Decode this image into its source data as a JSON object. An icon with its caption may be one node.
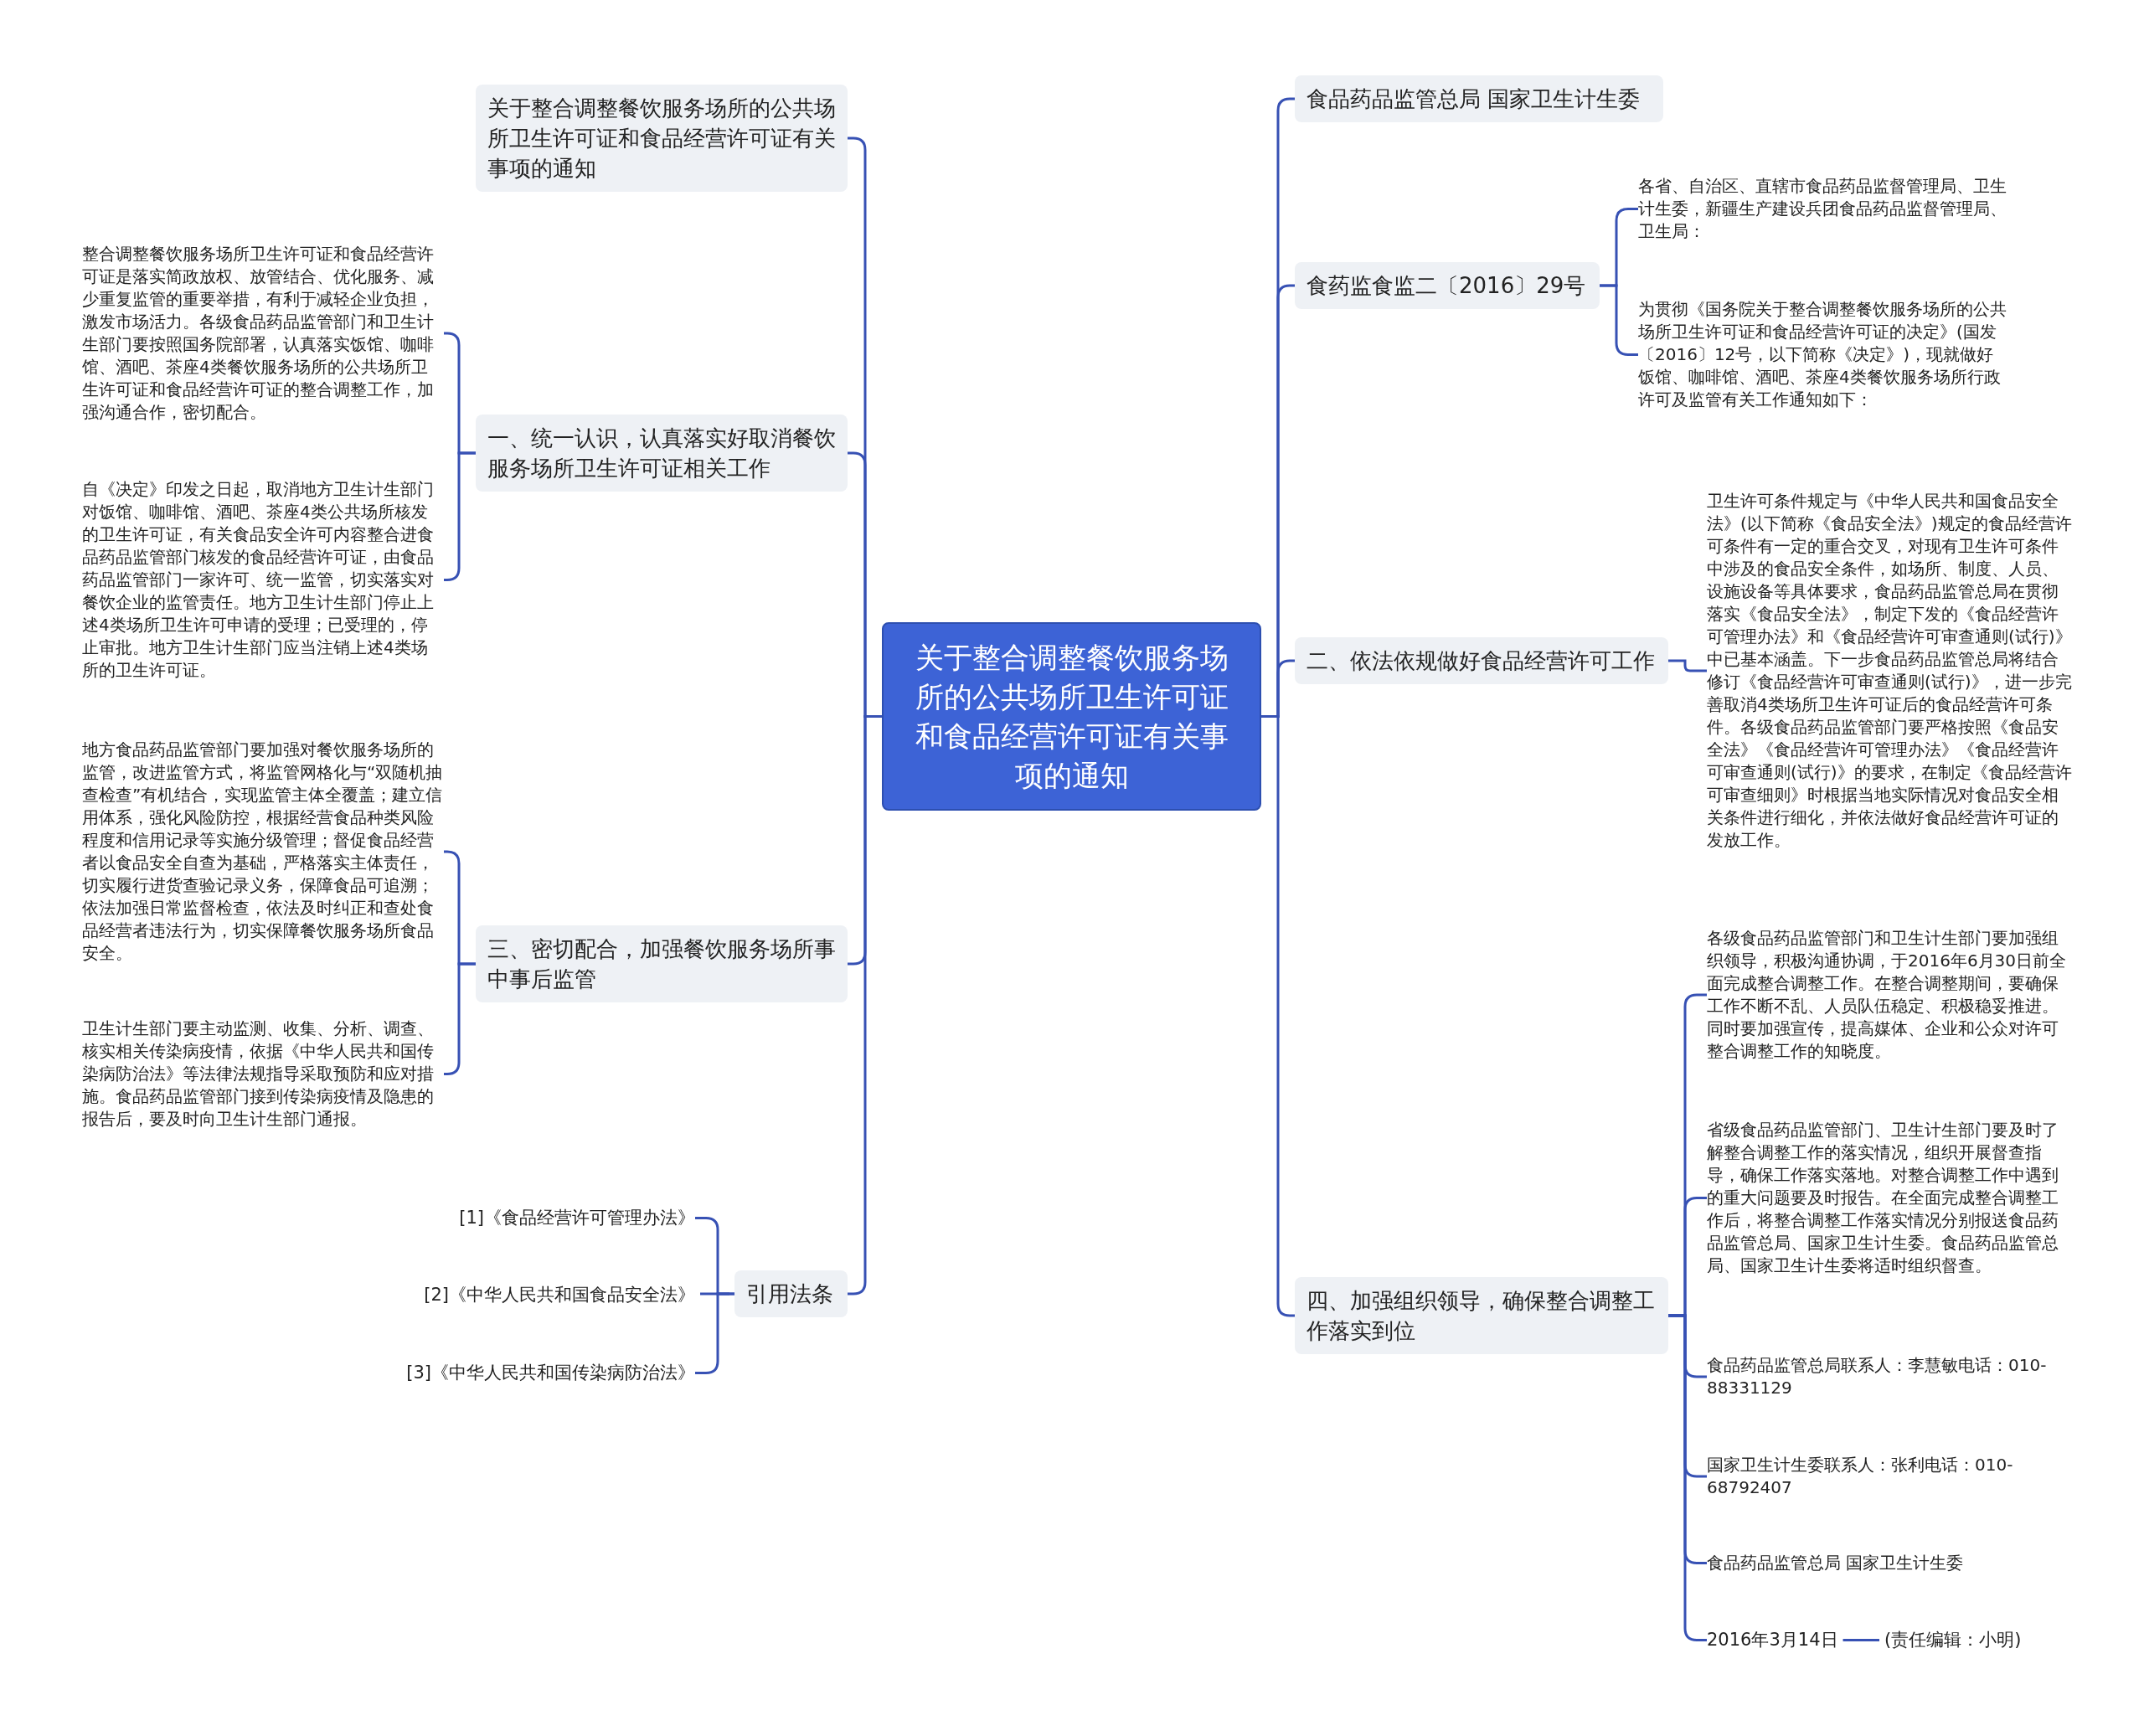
{
  "diagram": {
    "nodes": [
      {
        "text": [
          "关于整合调整餐饮服务场所的公共场所卫生许可证和食品经营许可证有关事项的通知"
        ]
      },
      {
        "text": [
          "关于整合调整餐饮服务场所的公共场所卫生许可证和食品经营许可证有关事项的通知"
        ]
      },
      {
        "text": [
          "一、统一认识，认真落实好取消餐饮服务场所卫生许可证相关工作"
        ]
      },
      {
        "text": [
          "整合调整餐饮服务场所卫生许可证和食品经营许可证是落实简政放权、放管结合、优化服务、减少重复监管的重要举措，有利于减轻企业负担，激发市场活力。各级食品药品监管部门和卫生计生部门要按照国务院部署，认真落实饭馆、咖啡馆、酒吧、茶座4类餐饮服务场所的公共场所卫生许可证和食品经营许可证的整合调整工作，加强沟通合作，密切配合。"
        ]
      },
      {
        "text": [
          "自《决定》印发之日起，取消地方卫生计生部门对饭馆、咖啡馆、酒吧、茶座4类公共场所核发的卫生许可证，有关食品安全许可内容整合进食品药品监管部门核发的食品经营许可证，由食品药品监管部门一家许可、统一监管，切实落实对餐饮企业的监管责任。地方卫生计生部门停止上述4类场所卫生许可申请的受理；已受理的，停止审批。地方卫生计生部门应当注销上述4类场所的卫生许可证。"
        ]
      },
      {
        "text": [
          "三、密切配合，加强餐饮服务场所事中事后监管"
        ]
      },
      {
        "text": [
          "地方食品药品监管部门要加强对餐饮服务场所的监管，改进监管方式，将监管网格化与“双随机抽查检查”有机结合，实现监管主体全覆盖；建立信用体系，强化风险防控，根据经营食品种类风险程度和信用记录等实施分级管理；督促食品经营者以食品安全自查为基础，严格落实主体责任，切实履行进货查验记录义务，保障食品可追溯；依法加强日常监督检查，依法及时纠正和查处食品经营者违法行为，切实保障餐饮服务场所食品安全。"
        ]
      },
      {
        "text": [
          "卫生计生部门要主动监测、收集、分析、调查、核实相关传染病疫情，依据《中华人民共和国传染病防治法》等法律法规指导采取预防和应对措施。食品药品监管部门接到传染病疫情及隐患的报告后，要及时向卫生计生部门通报。"
        ]
      },
      {
        "text": [
          "引用法条"
        ]
      },
      {
        "text": [
          "[1]《食品经营许可管理办法》"
        ]
      },
      {
        "text": [
          "[2]《中华人民共和国食品安全法》"
        ]
      },
      {
        "text": [
          "[3]《中华人民共和国传染病防治法》"
        ]
      },
      {
        "text": [
          "食品药品监管总局 国家卫生计生委"
        ]
      },
      {
        "text": [
          "食药监食监二〔2016〕29号"
        ]
      },
      {
        "text": [
          "各省、自治区、直辖市食品药品监督管理局、卫生计生委，新疆生产建设兵团食品药品监督管理局、卫生局："
        ]
      },
      {
        "text": [
          "为贯彻《国务院关于整合调整餐饮服务场所的公共场所卫生许可证和食品经营许可证的决定》(国发〔2016〕12号，以下简称《决定》)，现就做好饭馆、咖啡馆、酒吧、茶座4类餐饮服务场所行政许可及监管有关工作通知如下："
        ]
      },
      {
        "text": [
          "二、依法依规做好食品经营许可工作"
        ]
      },
      {
        "text": [
          "卫生许可条件规定与《中华人民共和国食品安全法》(以下简称《食品安全法》)规定的食品经营许可条件有一定的重合交叉，对现有卫生许可条件中涉及的食品安全条件，如场所、制度、人员、设施设备等具体要求，食品药品监管总局在贯彻落实《食品安全法》，制定下发的《食品经营许可管理办法》和《食品经营许可审查通则(试行)》中已基本涵盖。下一步食品药品监管总局将结合修订《食品经营许可审查通则(试行)》，进一步完善取消4类场所卫生许可证后的食品经营许可条件。各级食品药品监管部门要严格按照《食品安全法》《食品经营许可管理办法》《食品经营许可审查通则(试行)》的要求，在制定《食品经营许可审查细则》时根据当地实际情况对食品安全相关条件进行细化，并依法做好食品经营许可证的发放工作。"
        ]
      },
      {
        "text": [
          "四、加强组织领导，确保整合调整工作落实到位"
        ]
      },
      {
        "text": [
          "各级食品药品监管部门和卫生计生部门要加强组织领导，积极沟通协调，于2016年6月30日前全面完成整合调整工作。在整合调整期间，要确保工作不断不乱、人员队伍稳定、积极稳妥推进。同时要加强宣传，提高媒体、企业和公众对许可整合调整工作的知晓度。"
        ]
      },
      {
        "text": [
          "省级食品药品监管部门、卫生计生部门要及时了解整合调整工作的落实情况，组织开展督查指导，确保工作落实落地。对整合调整工作中遇到的重大问题要及时报告。在全面完成整合调整工作后，将整合调整工作落实情况分别报送食品药品监管总局、国家卫生计生委。食品药品监管总局、国家卫生计生委将适时组织督查。"
        ]
      },
      {
        "text": [
          "食品药品监管总局联系人：李慧敏电话：010-88331129"
        ]
      },
      {
        "text": [
          "国家卫生计生委联系人：张利电话：010-68792407"
        ]
      },
      {
        "text": [
          "食品药品监管总局 国家卫生计生委"
        ]
      },
      {
        "text": [
          "2016年3月14日"
        ]
      },
      {
        "text": [
          "(责任编辑：小明)"
        ]
      }
    ],
    "edges": [
      {
        "from": 0,
        "to": 1,
        "arrow": "none"
      },
      {
        "from": 0,
        "to": 2,
        "arrow": "none"
      },
      {
        "from": 2,
        "to": 3,
        "arrow": "none"
      },
      {
        "from": 2,
        "to": 4,
        "arrow": "none"
      },
      {
        "from": 0,
        "to": 5,
        "arrow": "none"
      },
      {
        "from": 5,
        "to": 6,
        "arrow": "none"
      },
      {
        "from": 5,
        "to": 7,
        "arrow": "none"
      },
      {
        "from": 0,
        "to": 8,
        "arrow": "none"
      },
      {
        "from": 8,
        "to": 9,
        "arrow": "none"
      },
      {
        "from": 8,
        "to": 10,
        "arrow": "none"
      },
      {
        "from": 8,
        "to": 11,
        "arrow": "none"
      },
      {
        "from": 0,
        "to": 12,
        "arrow": "none"
      },
      {
        "from": 0,
        "to": 13,
        "arrow": "none"
      },
      {
        "from": 13,
        "to": 14,
        "arrow": "none"
      },
      {
        "from": 13,
        "to": 15,
        "arrow": "none"
      },
      {
        "from": 0,
        "to": 16,
        "arrow": "none"
      },
      {
        "from": 16,
        "to": 17,
        "arrow": "none"
      },
      {
        "from": 0,
        "to": 18,
        "arrow": "none"
      },
      {
        "from": 18,
        "to": 19,
        "arrow": "none"
      },
      {
        "from": 18,
        "to": 20,
        "arrow": "none"
      },
      {
        "from": 18,
        "to": 21,
        "arrow": "none"
      },
      {
        "from": 18,
        "to": 22,
        "arrow": "none"
      },
      {
        "from": 18,
        "to": 23,
        "arrow": "none"
      },
      {
        "from": 18,
        "to": 24,
        "arrow": "none"
      },
      {
        "from": 24,
        "to": 25,
        "arrow": "none"
      }
    ]
  }
}
